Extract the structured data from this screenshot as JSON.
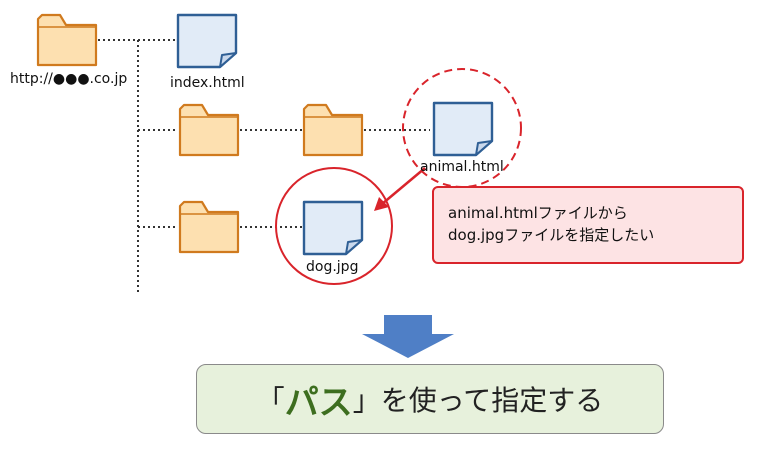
{
  "nodes": {
    "root": {
      "label": "http://●●●.co.jp"
    },
    "index": {
      "label": "index.html"
    },
    "animal": {
      "label": "animal.html"
    },
    "dog": {
      "label": "dog.jpg"
    }
  },
  "callout": {
    "line1": "animal.htmlファイルから",
    "line2": "dog.jpgファイルを指定したい"
  },
  "banner": {
    "open_bracket": "「",
    "keyword": "パス",
    "close_bracket": "」",
    "rest": "を使って指定する"
  },
  "colors": {
    "folder_fill": "#fde0b0",
    "folder_stroke": "#d07a1e",
    "file_fill": "#e1ebf7",
    "file_stroke": "#2f5f95",
    "highlight": "#d9242b",
    "callout_fill": "#fde3e4",
    "banner_fill": "#e7f1dc",
    "banner_keyword": "#3d6e1f",
    "arrow_fill": "#4f7fc6"
  },
  "icons": {
    "folder": "folder-icon",
    "file": "file-icon",
    "arrow": "down-arrow-icon"
  }
}
